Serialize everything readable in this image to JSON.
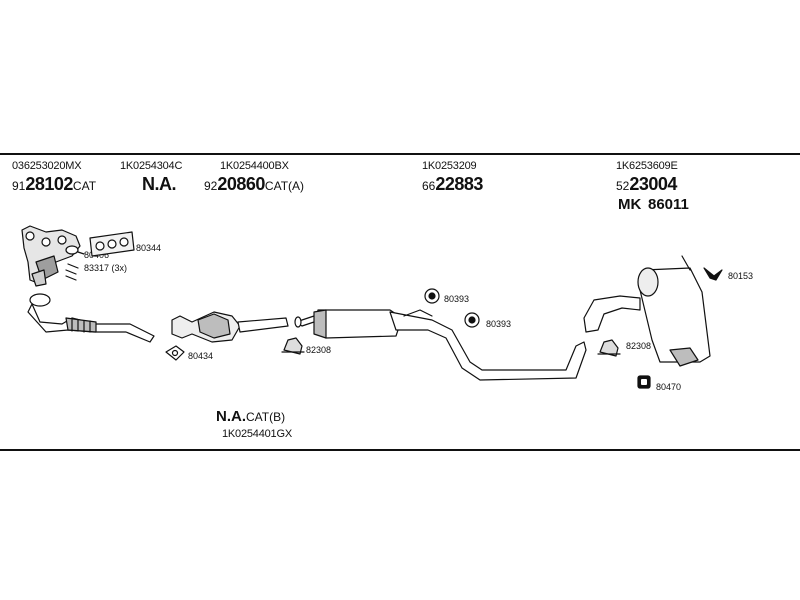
{
  "columns": [
    {
      "oem": "036253020MX",
      "prefix": "91",
      "number": "28102",
      "suffix": "CAT"
    },
    {
      "oem": "1K0254304C",
      "prefix": "",
      "number": "N.A.",
      "suffix": ""
    },
    {
      "oem": "1K0254400BX",
      "prefix": "92",
      "number": "20860",
      "suffix": "CAT(A)"
    },
    {
      "oem": "1K0253209",
      "prefix": "66",
      "number": "22883",
      "suffix": ""
    },
    {
      "oem": "1K6253609E",
      "prefix": "52",
      "number": "23004",
      "suffix": ""
    }
  ],
  "extra": {
    "label": "MK",
    "number": "86011"
  },
  "bottom": {
    "number": "N.A.",
    "suffix": "CAT(B)",
    "oem": "1K0254401GX"
  },
  "callouts": {
    "c80344": "80344",
    "c80406": "80406",
    "c83317": "83317 (3x)",
    "c80434": "80434",
    "c82308a": "82308",
    "c80393a": "80393",
    "c80393b": "80393",
    "c80153": "80153",
    "c82308b": "82308",
    "c80470": "80470"
  },
  "colors": {
    "line": "#111111",
    "fill": "#ffffff",
    "shade": "#bdbdbd"
  }
}
